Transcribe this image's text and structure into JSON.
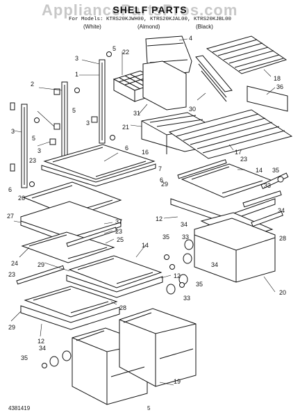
{
  "watermark": "AppliancePartsPros.com",
  "header": {
    "title": "SHELF PARTS",
    "models": "For Models: KTRS20KJWH00, KTRS20KJAL00, KTRS20KJBL00",
    "colors": [
      "(White)",
      "(Almond)",
      "(Black)"
    ]
  },
  "callouts": {
    "c1": "1",
    "c2": "2",
    "c3a": "3",
    "c3b": "3",
    "c3c": "3",
    "c4": "4",
    "c5a": "5",
    "c5b": "5",
    "c5c": "5",
    "c6a": "6",
    "c6b": "6",
    "c6c": "6",
    "c7": "7",
    "c12a": "12",
    "c12b": "12",
    "c12c": "12",
    "c14a": "14",
    "c14b": "14",
    "c16": "16",
    "c17": "17",
    "c18": "18",
    "c19": "19",
    "c20": "20",
    "c21": "21",
    "c22": "22",
    "c23a": "23",
    "c23b": "23",
    "c23c": "23",
    "c23d": "23",
    "c24": "24",
    "c25": "25",
    "c26": "26",
    "c27": "27",
    "c28a": "28",
    "c28b": "28",
    "c29a": "29",
    "c29b": "29",
    "c29c": "29",
    "c30": "30",
    "c31": "31",
    "c33a": "33",
    "c33b": "33",
    "c33c": "33",
    "c34a": "34",
    "c34b": "34",
    "c34c": "34",
    "c34d": "34",
    "c35a": "35",
    "c35b": "35",
    "c35c": "35",
    "c35d": "35",
    "c36": "36",
    "c37": "37"
  },
  "footer": {
    "docnum": "4381419",
    "page": "5"
  }
}
